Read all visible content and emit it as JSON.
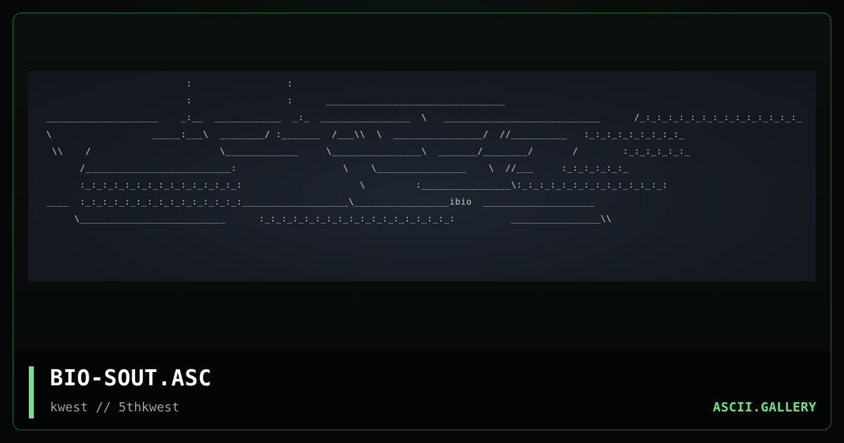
{
  "art": {
    "lines": [
      "                           :                 :",
      "                           :                 :      ________________________________",
      "  ____________________    _:__  ____________  _:_  ________________  \\   ____________________________      /_:_:_:_:_:_:_:_:_:_:_:_:_:_:_",
      "  \\                  _____:___\\  ________/ :_______  /___\\\\  \\  ________________/  //__________   :_:_:_:_:_:_:_:_:_",
      "   \\\\    /                       \\_____________     \\________________\\  _______/________/       /        :_:_:_:_:_:_",
      "        /__________________________:                   \\    \\________________    \\  //___     :_:_:_:_:_:_",
      "        :_:_:_:_:_:_:_:_:_:_:_:_:_:_:                     \\         :________________\\:_:_:_:_:_:_:_:_:_:_:_:_:_:",
      "  ____  :_:_:_:_:_:_:_:_:_:_:_:_:_:_:___________________\\_________________ibio  ____________________",
      "       \\__________________________      :_:_:_:_:_:_:_:_:_:_:_:_:_:_:_:_:_:          ________________\\\\"
    ]
  },
  "footer": {
    "title": "BIO-SOUT.ASC",
    "byline": "kwest // 5thkwest",
    "brand": "ASCII.GALLERY"
  },
  "colors": {
    "accent": "#6ee882",
    "card_border": "#2d6a37",
    "art_text": "#c9ccd0",
    "art_background": "#161b23"
  }
}
